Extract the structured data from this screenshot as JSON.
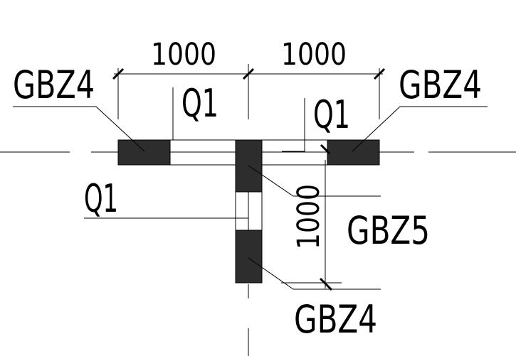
{
  "drawing": {
    "dimensions": {
      "top_left": "1000",
      "top_right": "1000",
      "vertical": "1000"
    },
    "labels": {
      "wall_top_left": "Q1",
      "wall_top_right": "Q1",
      "wall_vertical": "Q1",
      "column_top_left": "GBZ4",
      "column_top_right": "GBZ4",
      "column_center": "GBZ5",
      "column_bottom": "GBZ4"
    },
    "colors": {
      "line": "#000000",
      "column_fill": "#2d2d2d",
      "background": "#ffffff"
    }
  }
}
